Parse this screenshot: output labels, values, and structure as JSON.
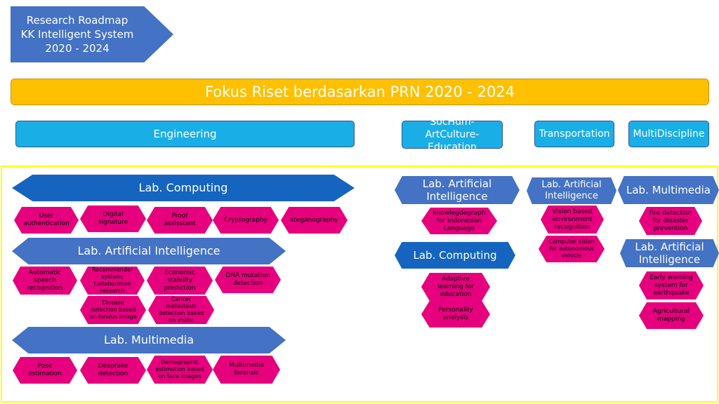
{
  "header": {
    "title": "Research Roadmap\nKK Intelligent System\n2020 - 2024"
  },
  "focus_bar": {
    "label": "Fokus Riset berdasarkan PRN 2020 - 2024"
  },
  "categories": {
    "engineering": "Engineering",
    "sochum": "SocHum-ArtCulture-Education",
    "transportation": "Transportation",
    "multidiscipline": "MultiDiscipline"
  },
  "engineering": {
    "lab_computing": {
      "label": "Lab. Computing",
      "items": [
        "User authentication",
        "Digital signature",
        "Proof assisstant",
        "Cryptography",
        "steganography"
      ]
    },
    "lab_ai": {
      "label": "Lab. Artificial Intelligence",
      "items": [
        "Automatic speech recognition",
        "Recommender system; Collaborative research",
        "Economic stability prediction",
        "DNA mutation detection",
        "Disease detection based on fundus image",
        "Cancer metastasis detection based on vision"
      ]
    },
    "lab_multimedia": {
      "label": "Lab. Multimedia",
      "items": [
        "Pose estimation",
        "Deepfake detection",
        "Demographic estimation based on face images",
        "Multimedia forensic"
      ]
    }
  },
  "sochum": {
    "lab_ai": {
      "label": "Lab. Artificial Intelligence",
      "items": [
        "knowlegdegraph for Indonesian Language"
      ]
    },
    "lab_computing": {
      "label": "Lab. Computing",
      "items": [
        "Adaptive learning for education",
        "Personality analysis"
      ]
    }
  },
  "transportation": {
    "lab_ai": {
      "label": "Lab. Artificial Intelligence",
      "items": [
        "Vision based environment recognition",
        "Computer vision for autonomous vehicle"
      ]
    }
  },
  "multidiscipline": {
    "lab_multimedia": {
      "label": "Lab. Multimedia",
      "items": [
        "Fire detection for disaster prevention"
      ]
    },
    "lab_ai": {
      "label": "Lab. Artificial Intelligence",
      "items": [
        "Early warning system for earthquake",
        "Agricultural mapping"
      ]
    }
  },
  "colors": {
    "lab_blue": "#4472c4",
    "item_magenta": "#e6007e",
    "focus_gold": "#ffc000",
    "category_cyan": "#1aaee7",
    "region_yellow": "#ffff00"
  }
}
